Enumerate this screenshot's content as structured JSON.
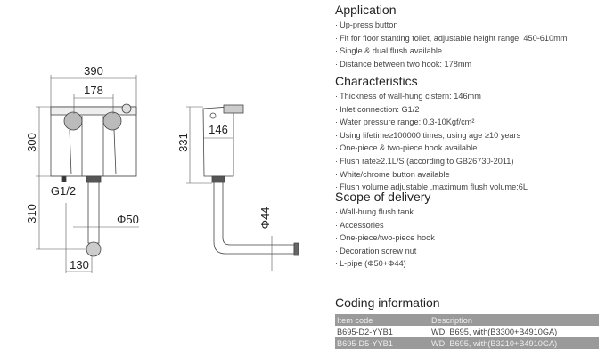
{
  "drawing": {
    "front_view": {
      "width": "390",
      "hook_distance": "178",
      "height": "300",
      "inlet": "G1/2",
      "pipe_length": "310",
      "pipe_diameter": "Φ50",
      "offset": "130"
    },
    "side_view": {
      "height": "331",
      "thickness": "146",
      "pipe_diameter": "Φ44"
    }
  },
  "application": {
    "title": "Application",
    "items": [
      "Up-press button",
      "Fit for floor stanting toilet, adjustable height range: 450-610mm",
      "Single & dual flush available",
      "Distance between two hook: 178mm"
    ]
  },
  "characteristics": {
    "title": "Characteristics",
    "items": [
      "Thickness of wall-hung cistern: 146mm",
      "Inlet connection: G1/2",
      "Water pressure range: 0.3-10Kgf/cm²",
      "Using lifetime≥100000 times; using age ≥10 years",
      "One-piece & two-piece hook available",
      "Flush rate≥2.1L/S (according to GB26730-2011)",
      "White/chrome button available",
      "Flush volume adjustable ,maximum flush volume:6L"
    ]
  },
  "scope": {
    "title": "Scope of delivery",
    "items": [
      "Wall-hung flush tank",
      "Accessories",
      "One-piece/two-piece hook",
      "Decoration screw nut",
      "L-pipe (Φ50+Φ44)"
    ]
  },
  "coding": {
    "title": "Coding information",
    "headers": [
      "Item code",
      "Description"
    ],
    "rows": [
      [
        "B695-D2-YYB1",
        "WDI B695, with(B3300+B4910GA)"
      ],
      [
        "B695-D5-YYB1",
        "WDI B695, with(B3210+B4910GA)"
      ]
    ]
  }
}
